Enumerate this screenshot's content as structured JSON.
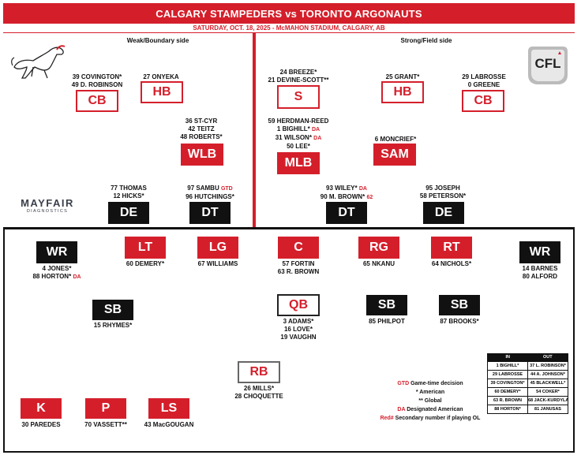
{
  "header": {
    "title": "CALGARY STAMPEDERS vs TORONTO ARGONAUTS",
    "subtitle": "SATURDAY, OCT. 18, 2025 - McMAHON STADIUM, CALGARY, AB"
  },
  "sides": {
    "weak": "Weak/Boundary side",
    "strong": "Strong/Field side"
  },
  "logos": {
    "cfl": "CFL",
    "sponsor": "MAYFAIR",
    "sponsor_sub": "DIAGNOSTICS"
  },
  "defense": {
    "cb_left": {
      "pos": "CB",
      "l1": "39 COVINGTON*",
      "l2": "49 D. ROBINSON"
    },
    "hb_left": {
      "pos": "HB",
      "l1": "27 ONYEKA"
    },
    "s": {
      "pos": "S",
      "l1": "24 BREEZE*",
      "l2": "21 DEVINE-SCOTT**"
    },
    "hb_right": {
      "pos": "HB",
      "l1": "25 GRANT*"
    },
    "cb_right": {
      "pos": "CB",
      "l1": "29 LABROSSE",
      "l2": "0 GREENE"
    },
    "wlb": {
      "pos": "WLB",
      "l1": "36 ST-CYR",
      "l2": "42 TEITZ",
      "l3": "48 ROBERTS*"
    },
    "mlb": {
      "pos": "MLB",
      "l1": "59 HERDMAN-REED",
      "l2": "1 BIGHILL*",
      "l2_tag": "DA",
      "l3": "31 WILSON*",
      "l3_tag": "DA",
      "l4": "50 LEE*"
    },
    "sam": {
      "pos": "SAM",
      "l1": "6 MONCRIEF*"
    },
    "de_left": {
      "pos": "DE",
      "l1": "77 THOMAS",
      "l2": "12 HICKS*"
    },
    "dt_left": {
      "pos": "DT",
      "l1": "97 SAMBU",
      "l1_tag": "GTD",
      "l2": "96 HUTCHINGS*"
    },
    "dt_right": {
      "pos": "DT",
      "l1": "93 WILEY*",
      "l1_tag": "DA",
      "l2": "90 M. BROWN*",
      "l2_tag": "62"
    },
    "de_right": {
      "pos": "DE",
      "l1": "95 JOSEPH",
      "l2": "58 PETERSON*"
    }
  },
  "offense": {
    "wr_left": {
      "pos": "WR",
      "l1": "4 JONES*",
      "l2": "88 HORTON*",
      "l2_tag": "DA"
    },
    "lt": {
      "pos": "LT",
      "l1": "60 DEMERY*"
    },
    "lg": {
      "pos": "LG",
      "l1": "67 WILLIAMS"
    },
    "c": {
      "pos": "C",
      "l1": "57 FORTIN",
      "l2": "63 R. BROWN"
    },
    "rg": {
      "pos": "RG",
      "l1": "65 NKANU"
    },
    "rt": {
      "pos": "RT",
      "l1": "64 NICHOLS*"
    },
    "wr_right": {
      "pos": "WR",
      "l1": "14 BARNES",
      "l2": "80 ALFORD"
    },
    "sb_left": {
      "pos": "SB",
      "l1": "15 RHYMES*"
    },
    "qb": {
      "pos": "QB",
      "l1": "3 ADAMS*",
      "l2": "16 LOVE*",
      "l3": "19 VAUGHN"
    },
    "sb_mid": {
      "pos": "SB",
      "l1": "85 PHILPOT"
    },
    "sb_right": {
      "pos": "SB",
      "l1": "87 BROOKS*"
    },
    "rb": {
      "pos": "RB",
      "l1": "26 MILLS*",
      "l2": "28 CHOQUETTE"
    }
  },
  "special": {
    "k": {
      "pos": "K",
      "l1": "30 PAREDES"
    },
    "p": {
      "pos": "P",
      "l1": "70 VASSETT**"
    },
    "ls": {
      "pos": "LS",
      "l1": "43 MacGOUGAN"
    }
  },
  "legend": {
    "gtd_key": "GTD",
    "gtd": "Game-time decision",
    "american": "* American",
    "global": "** Global",
    "da_key": "DA",
    "da": "Designated American",
    "red_key": "Red#",
    "red": "Secondary number if playing OL"
  },
  "inout": {
    "in_label": "IN",
    "out_label": "OUT",
    "rows": [
      [
        "1 BIGHILL*",
        "37 L. ROBINSON*"
      ],
      [
        "29 LABROSSE",
        "44 A. JOHNSON*"
      ],
      [
        "39 COVINGTON*",
        "45 BLACKWELL*"
      ],
      [
        "60 DEMERY*",
        "54 COKER*"
      ],
      [
        "63 R. BROWN",
        "68 JACK-KURDYLA"
      ],
      [
        "88 HORTON*",
        "81 JANUSAS"
      ]
    ]
  },
  "colors": {
    "red": "#d41f2b",
    "black": "#111111"
  }
}
